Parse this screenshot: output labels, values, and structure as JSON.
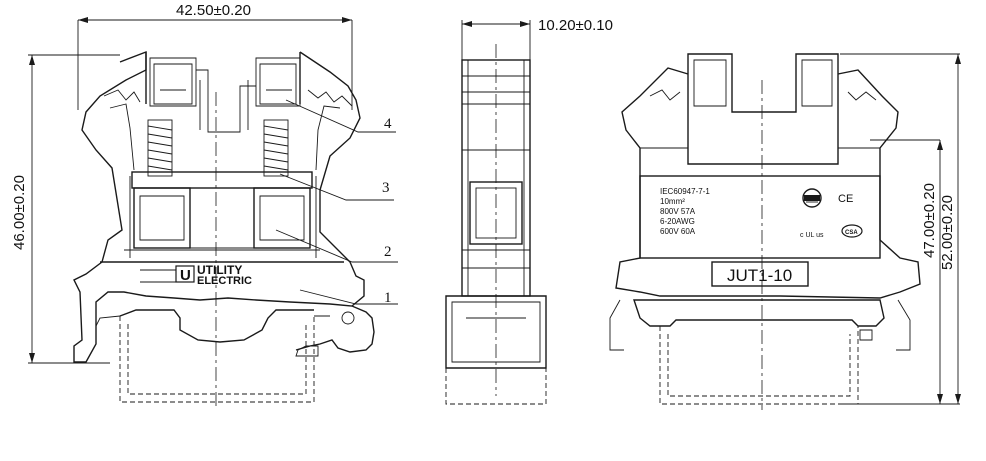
{
  "dimensions": {
    "width_front": "42.50±0.20",
    "width_side": "10.20±0.10",
    "height_left": "46.00±0.20",
    "height_right_inner": "47.00±0.20",
    "height_right_outer": "52.00±0.20"
  },
  "callouts": [
    "4",
    "3",
    "2",
    "1"
  ],
  "brand": {
    "logo_text": "U",
    "line1": "UTILITY",
    "line2": "ELECTRIC"
  },
  "rating_label": {
    "lines": [
      "IEC60947-7-1",
      "10mm²",
      "800V 57A",
      "6-20AWG",
      "600V 60A"
    ],
    "ce_mark": "CE",
    "ul_mark": "c UL us",
    "csa_mark": "CSA"
  },
  "model": "JUT1-10"
}
